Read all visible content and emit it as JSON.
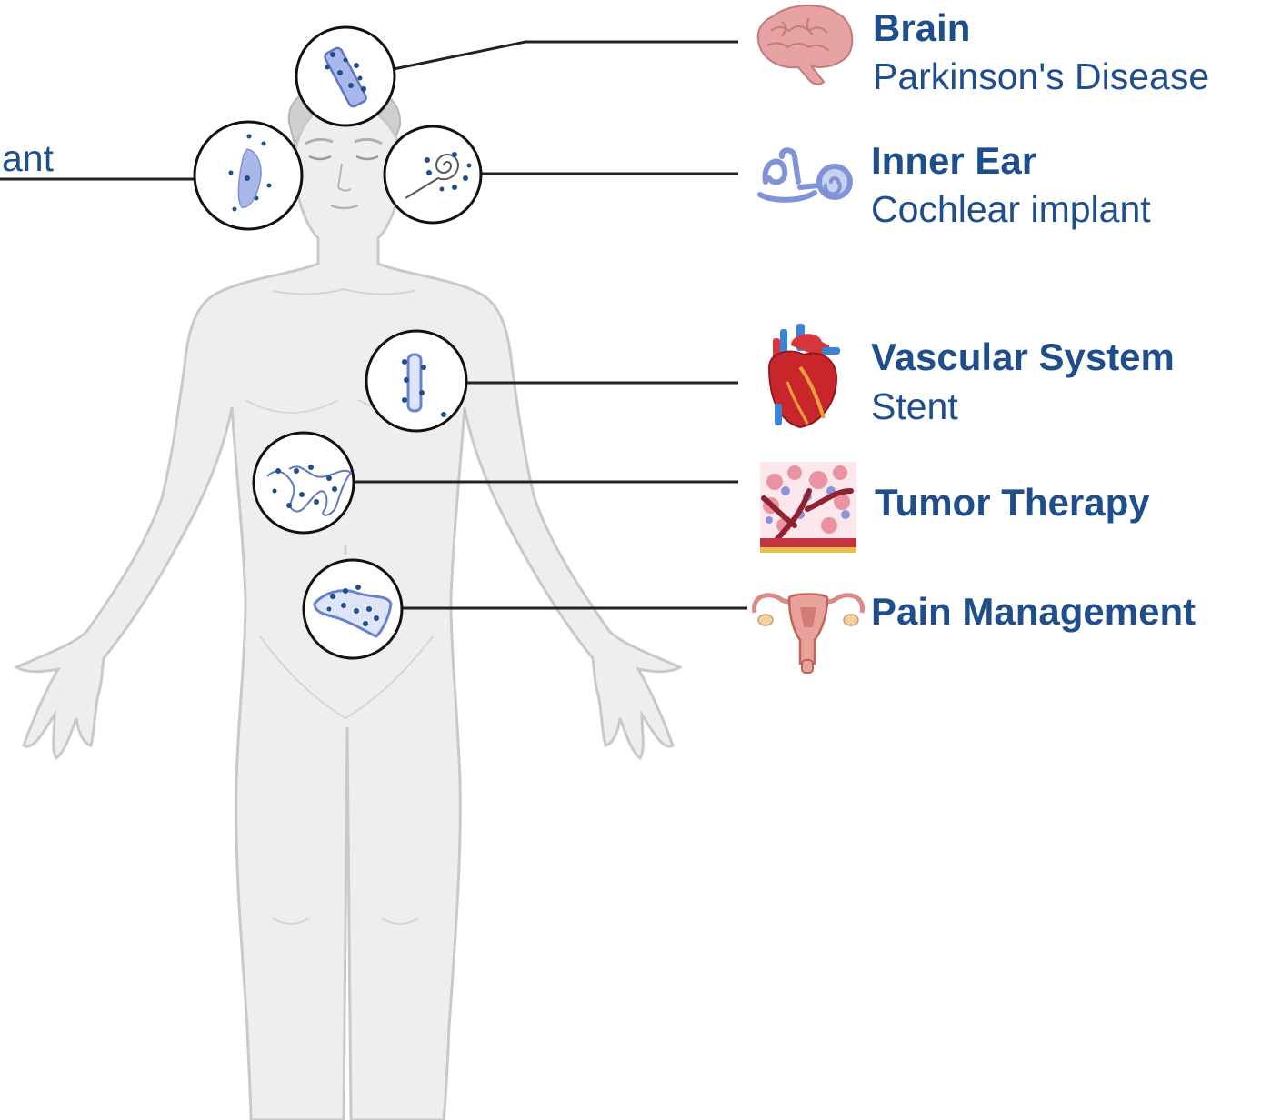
{
  "colors": {
    "label_blue": "#1f4e8c",
    "body_fill": "#eeeeee",
    "body_outline": "#c9c9c9",
    "implant_fill": "#a9b8e8",
    "implant_stroke": "#5f78c4",
    "particle": "#1f4e8c",
    "connector": "#222222"
  },
  "left_label_fragment": "ant",
  "labels": [
    {
      "id": "brain",
      "title": "Brain",
      "subtitle": "Parkinson's  Disease",
      "icon": "brain-icon"
    },
    {
      "id": "inner-ear",
      "title": "Inner Ear",
      "subtitle": "Cochlear implant",
      "icon": "inner-ear-icon"
    },
    {
      "id": "vascular",
      "title": "Vascular System",
      "subtitle": "Stent",
      "icon": "heart-icon"
    },
    {
      "id": "tumor",
      "title": "Tumor Therapy",
      "subtitle": "",
      "icon": "tumor-tissue-icon"
    },
    {
      "id": "pain",
      "title": "Pain Management",
      "subtitle": "",
      "icon": "uterus-icon"
    }
  ]
}
